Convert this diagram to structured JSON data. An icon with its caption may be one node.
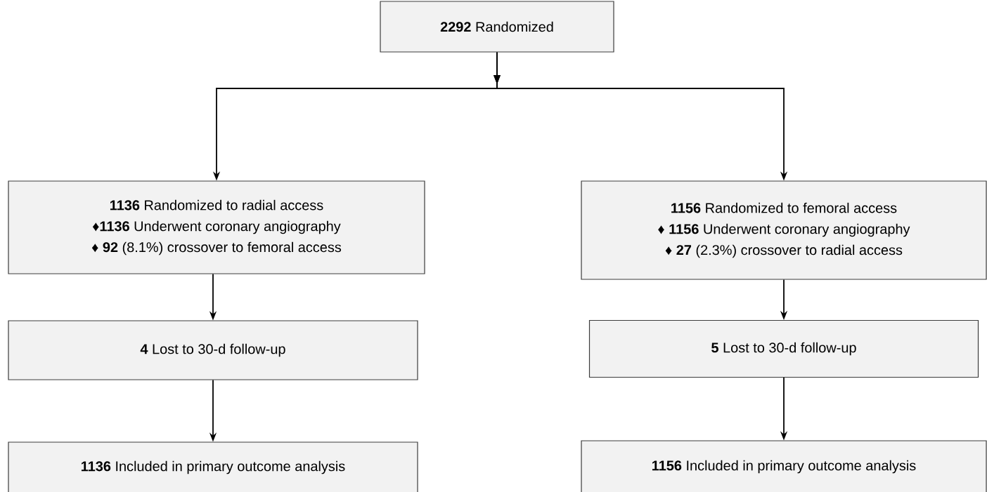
{
  "diagram": {
    "nodes": [
      {
        "text": [
          "**2292** Randomized"
        ]
      },
      {
        "text": [
          "**1136** Randomized to radial access",
          "♦**1136** Underwent coronary angiography",
          "♦ **92** (8.1%) crossover to femoral  access"
        ]
      },
      {
        "text": [
          "**1156** Randomized to femoral access",
          "♦ **1156** Underwent coronary angiography",
          "♦ **27** (2.3%) crossover to radial access"
        ]
      },
      {
        "text": [
          "**4** Lost to 30-d follow-up"
        ]
      },
      {
        "text": [
          "**5** Lost to 30-d follow-up"
        ]
      },
      {
        "text": [
          "**1136** Included in primary outcome analysis"
        ]
      },
      {
        "text": [
          "**1156** Included in primary outcome analysis"
        ]
      }
    ],
    "edges": [
      {
        "from": 0,
        "to": 1,
        "arrow": "to"
      },
      {
        "from": 0,
        "to": 2,
        "arrow": "to"
      },
      {
        "from": 1,
        "to": 3,
        "arrow": "to"
      },
      {
        "from": 2,
        "to": 4,
        "arrow": "to"
      },
      {
        "from": 3,
        "to": 5,
        "arrow": "to"
      },
      {
        "from": 4,
        "to": 6,
        "arrow": "to"
      }
    ]
  }
}
